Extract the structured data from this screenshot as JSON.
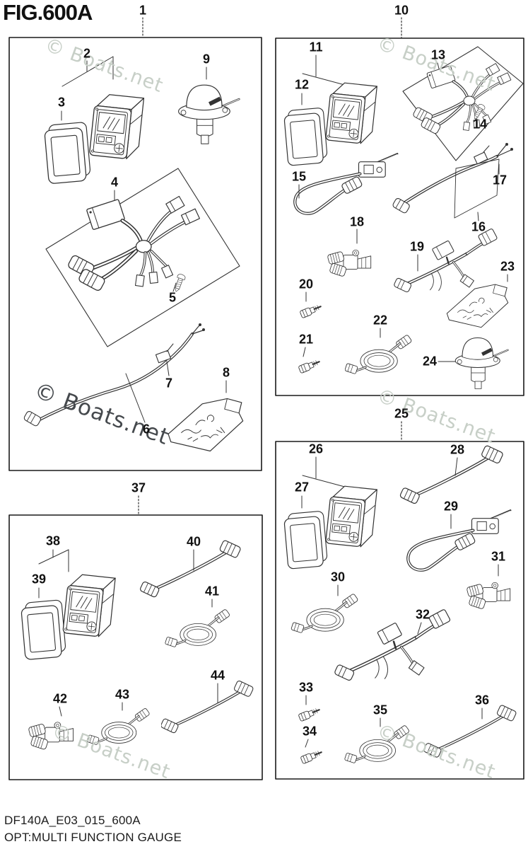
{
  "title": "FIG.600A",
  "watermark": {
    "text": "© Boats.net",
    "light_color": "#c7cfc7",
    "dark_color": "#45494d"
  },
  "footer": {
    "line1": "DF140A_E03_015_600A",
    "line2": "OPT:MULTI FUNCTION GAUGE"
  },
  "callouts": {
    "n1": "1",
    "n2": "2",
    "n3": "3",
    "n4": "4",
    "n5": "5",
    "n6": "6",
    "n7": "7",
    "n8": "8",
    "n9": "9",
    "n10": "10",
    "n11": "11",
    "n12": "12",
    "n13": "13",
    "n14": "14",
    "n15": "15",
    "n16": "16",
    "n17": "17",
    "n18": "18",
    "n19": "19",
    "n20": "20",
    "n21": "21",
    "n22": "22",
    "n23": "23",
    "n24": "24",
    "n25": "25",
    "n26": "26",
    "n27": "27",
    "n28": "28",
    "n29": "29",
    "n30": "30",
    "n31": "31",
    "n32": "32",
    "n33": "33",
    "n34": "34",
    "n35": "35",
    "n36": "36",
    "n37": "37",
    "n38": "38",
    "n39": "39",
    "n40": "40",
    "n41": "41",
    "n42": "42",
    "n43": "43",
    "n44": "44"
  }
}
